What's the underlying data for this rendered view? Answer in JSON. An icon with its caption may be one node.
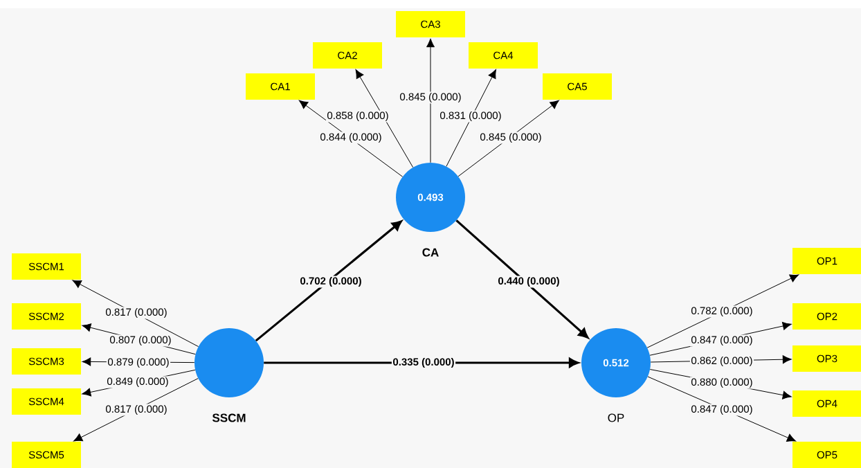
{
  "diagram": {
    "nodes": [
      {
        "text": [
          "0.493"
        ],
        "beside": [
          "CA"
        ]
      },
      {
        "text": [],
        "shape": "circle",
        "beside": [
          "SSCM"
        ]
      },
      {
        "text": [
          "0.512"
        ],
        "beside": [
          "OP"
        ]
      },
      {
        "text": [
          "CA1"
        ]
      },
      {
        "text": [
          "CA2"
        ]
      },
      {
        "text": [
          "CA3"
        ]
      },
      {
        "text": [
          "CA4"
        ]
      },
      {
        "text": [
          "CA5"
        ]
      },
      {
        "text": [
          "SSCM1"
        ]
      },
      {
        "text": [
          "SSCM2"
        ]
      },
      {
        "text": [
          "SSCM3"
        ]
      },
      {
        "text": [
          "SSCM4"
        ]
      },
      {
        "text": [
          "SSCM5"
        ]
      },
      {
        "text": [
          "OP1"
        ]
      },
      {
        "text": [
          "OP2"
        ]
      },
      {
        "text": [
          "OP3"
        ]
      },
      {
        "text": [
          "OP4"
        ]
      },
      {
        "text": [
          "OP5"
        ]
      }
    ],
    "edges": [
      {
        "from": 1,
        "to": 0,
        "arrow": "to",
        "label": "0.702 (0.000)",
        "style": "thick"
      },
      {
        "from": 0,
        "to": 2,
        "arrow": "to",
        "label": "0.440 (0.000)",
        "style": "thick"
      },
      {
        "from": 1,
        "to": 2,
        "arrow": "to",
        "label": "0.335 (0.000)",
        "style": "thick"
      },
      {
        "from": 0,
        "to": 3,
        "arrow": "to",
        "label": "0.844 (0.000)"
      },
      {
        "from": 0,
        "to": 4,
        "arrow": "to",
        "label": "0.858 (0.000)"
      },
      {
        "from": 0,
        "to": 5,
        "arrow": "to",
        "label": "0.845 (0.000)"
      },
      {
        "from": 0,
        "to": 6,
        "arrow": "to",
        "label": "0.831 (0.000)"
      },
      {
        "from": 0,
        "to": 7,
        "arrow": "to",
        "label": "0.845 (0.000)"
      },
      {
        "from": 1,
        "to": 8,
        "arrow": "to",
        "label": "0.817 (0.000)"
      },
      {
        "from": 1,
        "to": 9,
        "arrow": "to",
        "label": "0.807 (0.000)"
      },
      {
        "from": 1,
        "to": 10,
        "arrow": "to",
        "label": "0.879 (0.000)"
      },
      {
        "from": 1,
        "to": 11,
        "arrow": "to",
        "label": "0.849 (0.000)"
      },
      {
        "from": 1,
        "to": 12,
        "arrow": "to",
        "label": "0.817 (0.000)"
      },
      {
        "from": 2,
        "to": 13,
        "arrow": "to",
        "label": "0.782 (0.000)"
      },
      {
        "from": 2,
        "to": 14,
        "arrow": "to",
        "label": "0.847 (0.000)"
      },
      {
        "from": 2,
        "to": 15,
        "arrow": "to",
        "label": "0.862 (0.000)"
      },
      {
        "from": 2,
        "to": 16,
        "arrow": "to",
        "label": "0.880 (0.000)"
      },
      {
        "from": 2,
        "to": 17,
        "arrow": "to",
        "label": "0.847 (0.000)"
      }
    ]
  }
}
